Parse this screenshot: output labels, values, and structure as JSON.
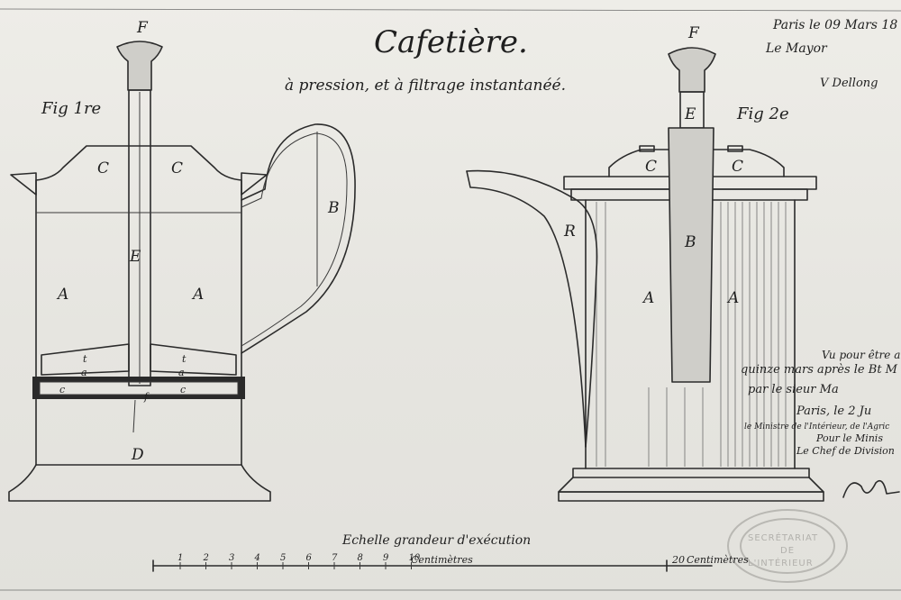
{
  "title": "Cafetière.",
  "subtitle": "à pression, et à filtrage instantanéé.",
  "figures": {
    "fig1": {
      "label": "Fig 1re",
      "letters": {
        "F": "F",
        "C": "C",
        "E": "E",
        "B": "B",
        "A": "A",
        "D": "D",
        "t": "t",
        "a": "a",
        "c": "c",
        "f": "f"
      }
    },
    "fig2": {
      "label": "Fig 2e",
      "letters": {
        "F": "F",
        "E": "E",
        "C": "C",
        "B": "B",
        "R": "R",
        "A": "A"
      }
    }
  },
  "signature_block": {
    "line1": "Paris le 09 Mars 18",
    "line2": "Le Mayor",
    "line3": "V Dellong"
  },
  "approval_note": {
    "line1": "Vu pour être ann",
    "line2": "quinze mars   après le Bt   M",
    "line3": "par le sieur   Ma",
    "line4": "Paris, le 2 Ju",
    "line5": "le Ministre de l'Intérieur, de l'Agric",
    "line6": "Pour le Minis",
    "line7": "Le Chef de Division"
  },
  "scale": {
    "caption": "Echelle grandeur d'exécution",
    "ticks": [
      "1",
      "2",
      "3",
      "4",
      "5",
      "6",
      "7",
      "8",
      "9",
      "10"
    ],
    "left_unit": "Centimètres",
    "right_value": "20",
    "right_unit": "Centimètres"
  },
  "stamp": {
    "line1": "SECRÉTARIAT",
    "line2": "DE",
    "line3": "L'INTÉRIEUR"
  }
}
